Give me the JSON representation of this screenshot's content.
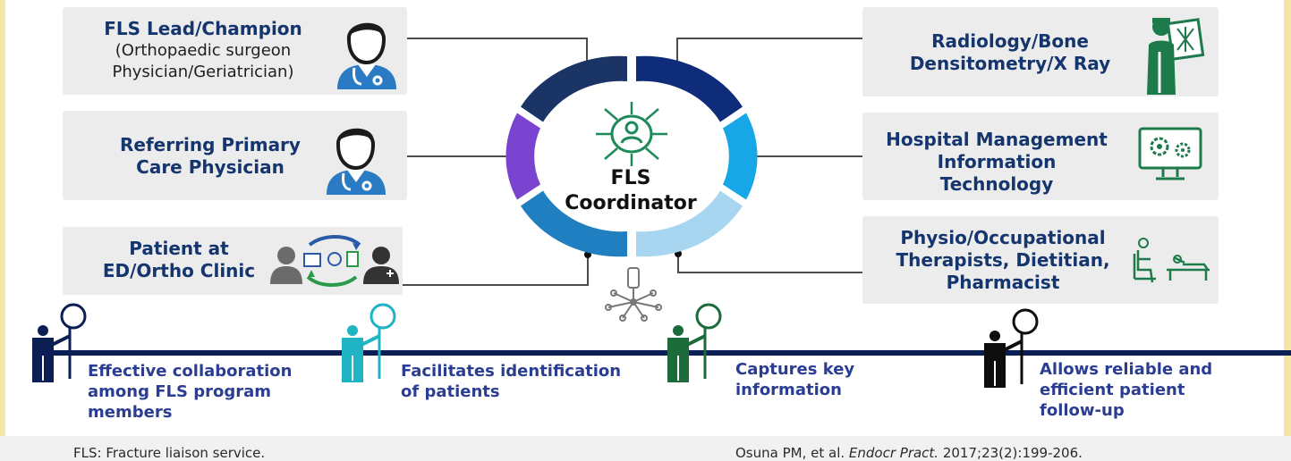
{
  "center": {
    "title_line1": "FLS",
    "title_line2": "Coordinator"
  },
  "left_boxes": [
    {
      "title": "FLS Lead/Champion",
      "sub_line1": "(Orthopaedic surgeon",
      "sub_line2": "Physician/Geriatrician)",
      "icon": "doctor-icon"
    },
    {
      "title_line1": "Referring Primary",
      "title_line2": "Care Physician",
      "icon": "doctor-icon"
    },
    {
      "title_line1": "Patient at",
      "title_line2": "ED/Ortho Clinic",
      "icon": "patient-doctor-exchange-icon"
    }
  ],
  "right_boxes": [
    {
      "title_line1": "Radiology/Bone",
      "title_line2": "Densitometry/X Ray",
      "icon": "radiologist-xray-icon"
    },
    {
      "title_line1": "Hospital Management",
      "title_line2": "Information",
      "title_line3": "Technology",
      "icon": "computer-gears-icon"
    },
    {
      "title_line1": "Physio/Occupational",
      "title_line2": "Therapists, Dietitian,",
      "title_line3": "Pharmacist",
      "icon": "rehab-bed-icon"
    }
  ],
  "timeline": [
    {
      "line1": "Effective collaboration",
      "line2": "among FLS program",
      "line3": "members",
      "figure_color": "#0c1f55"
    },
    {
      "line1": "Facilitates identification",
      "line2": "of patients",
      "figure_color": "#1fb3c4"
    },
    {
      "line1": "Captures key",
      "line2": "information",
      "figure_color": "#1c6b3a"
    },
    {
      "line1": "Allows reliable and",
      "line2": "efficient patient",
      "line3": "follow-up",
      "figure_color": "#0d0d0d"
    }
  ],
  "footer": {
    "left": "FLS: Fracture liaison service.",
    "citation_pre": "Osuna PM, et al. ",
    "citation_journal": "Endocr Pract.",
    "citation_post": " 2017;23(2):199-206."
  },
  "colors": {
    "ring_top_left": "#1a3466",
    "ring_top_right": "#0f2c7a",
    "ring_left": "#7a44d0",
    "ring_right": "#17a7e6",
    "ring_bottom_left": "#1f7fc0",
    "ring_bottom_right": "#a8d6f0",
    "text_navy": "#15356e",
    "timeline": "#0c1f55",
    "green_icon": "#1d7a4a"
  }
}
